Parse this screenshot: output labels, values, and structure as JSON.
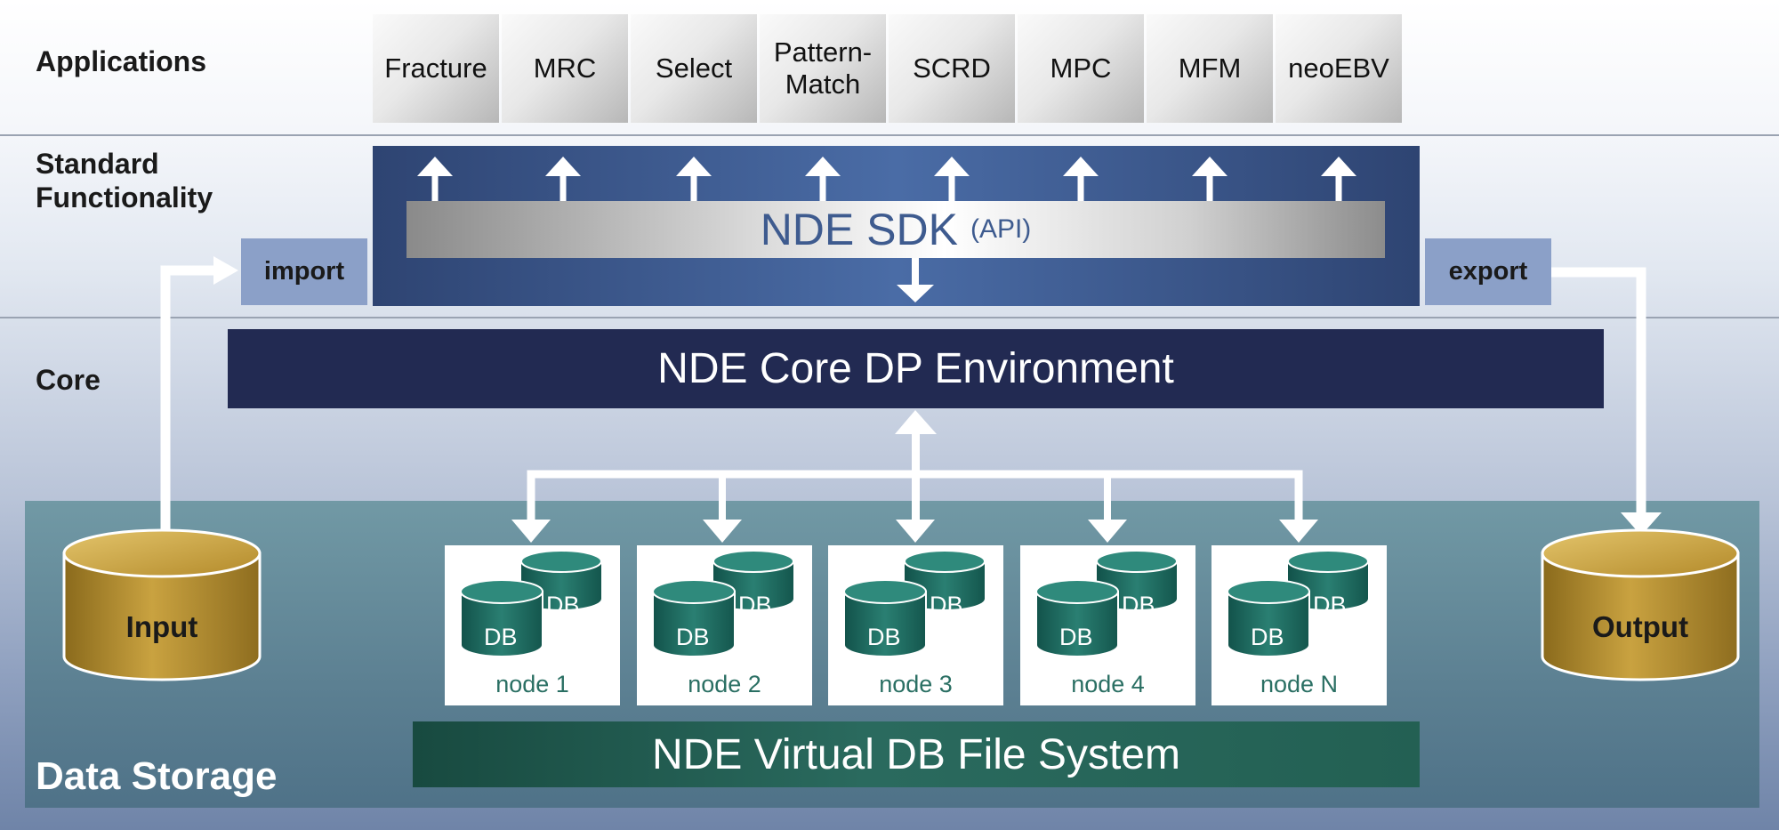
{
  "layers": {
    "applications": "Applications",
    "standard": "Standard\nFunctionality",
    "core": "Core",
    "storage": "Data Storage"
  },
  "applications": [
    "Fracture",
    "MRC",
    "Select",
    "Pattern-\nMatch",
    "SCRD",
    "MPC",
    "MFM",
    "neoEBV"
  ],
  "sdk": {
    "title": "NDE SDK",
    "subtitle": "(API)"
  },
  "import_label": "import",
  "export_label": "export",
  "core_label": "NDE Core DP Environment",
  "vfs_label": "NDE Virtual DB File System",
  "nodes": [
    "node 1",
    "node 2",
    "node 3",
    "node 4",
    "node N"
  ],
  "db_label": "DB",
  "input_label": "Input",
  "output_label": "Output",
  "colors": {
    "sdk_blue": "#3e5b8f",
    "core_navy": "#222a52",
    "vfs_green": "#236053",
    "node_text": "#2a6f63",
    "cylinder_gold": "#b8912e",
    "db_teal": "#1f6b5f"
  }
}
